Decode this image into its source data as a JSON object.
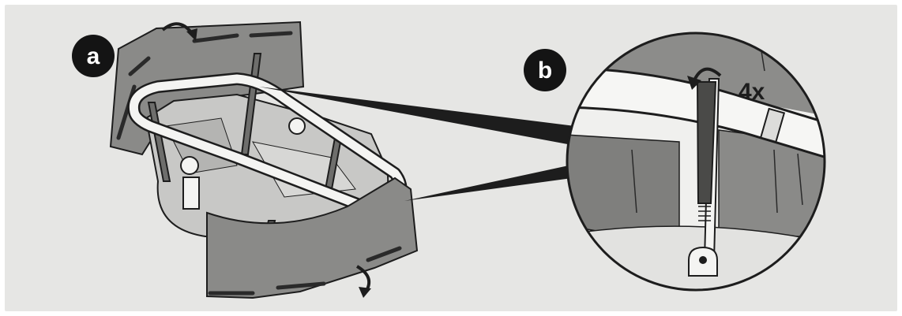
{
  "steps": {
    "a": {
      "label": "a"
    },
    "b": {
      "label": "b"
    }
  },
  "detail": {
    "count_label": "4x"
  },
  "colors": {
    "background": "#e6e6e4",
    "fabric": "#7f7f7d",
    "fabric_light": "#a2a2a0",
    "frame": "#f4f4f2",
    "outline": "#1d1d1d",
    "badge": "#141414"
  }
}
